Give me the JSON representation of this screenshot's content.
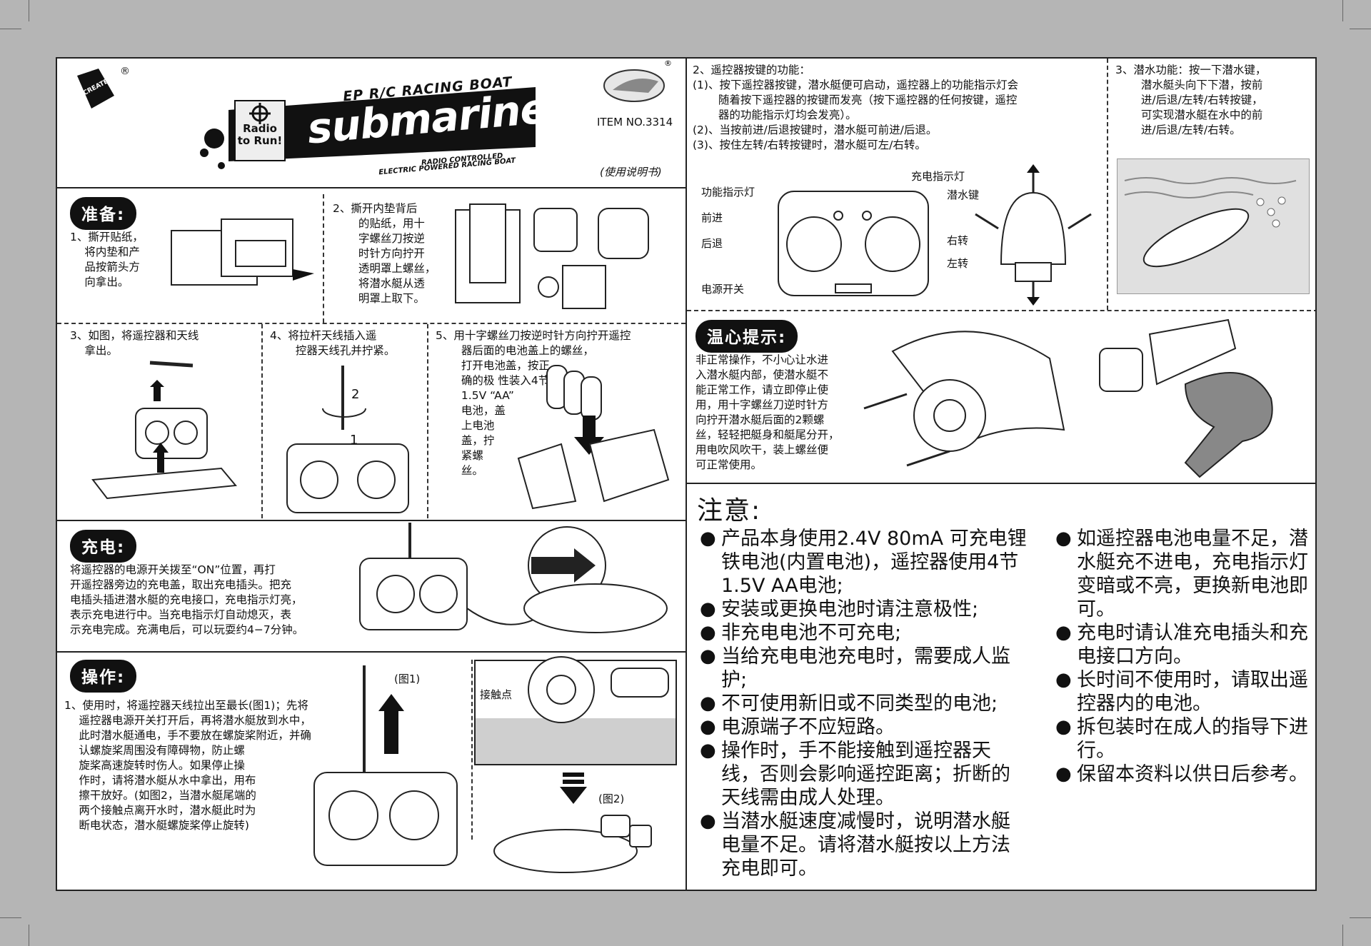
{
  "header": {
    "brand": "CREATE TOYS",
    "brand_registered": "®",
    "badge_line1": "Radio",
    "badge_line2": "to Run!",
    "product_line": "EP R/C RACING BOAT",
    "product_name": "submarine",
    "tagline_1": "RADIO CONTROLLED",
    "tagline_2": "ELECTRIC POWERED RACING BOAT",
    "item_no": "ITEM NO.3314",
    "manual": "(使用说明书)"
  },
  "prep": {
    "title": "准备:",
    "step1": "1、撕开贴纸，\n　 将内垫和产\n　 品按箭头方\n　 向拿出。",
    "step2": "2、撕开内垫背后\n　　 的贴纸，用十\n　　 字螺丝刀按逆\n　　 时针方向拧开\n　　 透明罩上螺丝，\n　　 将潜水艇从透\n　　 明罩上取下。",
    "step3": "3、如图，将遥控器和天线\n　 拿出。",
    "step4": "4、将拉杆天线插入遥\n　　 控器天线孔并拧紧。",
    "step4_num1": "1",
    "step4_num2": "2",
    "step5": "5、用十字螺丝刀按逆时针方向拧开遥控\n　　 器后面的电池盖上的螺丝，\n　　 打开电池盖，按正\n　　 确的极 性装入4节\n　　 1.5V “AA”\n　　 电池，盖\n　　 上电池\n　　 盖，拧\n　　 紧螺\n　　 丝。"
  },
  "charge": {
    "title": "充电:",
    "text": "将遥控器的电源开关拨至“ON”位置，再打\n开遥控器旁边的充电盖，取出充电插头。把充\n电插头插进潜水艇的充电接口，充电指示灯亮，\n表示充电进行中。当充电指示灯自动熄灭，表\n示充电完成。充满电后，可以玩耍约4−7分钟。"
  },
  "operate": {
    "title": "操作:",
    "text": "1、使用时，将遥控器天线拉出至最长(图1)；先将\n　 遥控器电源开关打开后，再将潜水艇放到水中，\n　 此时潜水艇通电，手不要放在螺旋桨附近，并确\n　 认螺旋桨周围没有障碍物，防止螺\n　 旋桨高速旋转时伤人。如果停止操\n　 作时，请将潜水艇从水中拿出，用布\n　 擦干放好。(如图2，当潜水艇尾端的\n　 两个接触点离开水时，潜水艇此时为\n　 断电状态，潜水艇螺旋桨停止旋转)",
    "fig1": "(图1)",
    "fig2": "(图2)",
    "contact_point": "接触点"
  },
  "buttons": {
    "text": "2、遥控器按键的功能：\n(1)、按下遥控器按键，潜水艇便可启动，遥控器上的功能指示灯会\n　　 随着按下遥控器的按键而发亮（按下遥控器的任何按键，遥控\n　　 器的功能指示灯均会发亮）。\n(2)、当按前进/后退按键时，潜水艇可前进/后退。\n(3)、按住左转/右转按键时，潜水艇可左/右转。",
    "label_indicator": "功能指示灯",
    "label_charge_light": "充电指示灯",
    "label_dive": "潜水键",
    "label_forward": "前进",
    "label_backward": "后退",
    "label_right": "右转",
    "label_left": "左转",
    "label_power": "电源开关"
  },
  "dive": {
    "text": "3、潜水功能：按一下潜水键，\n　　 潜水艇头向下下潜，按前\n　　 进/后退/左转/右转按键，\n　　 可实现潜水艇在水中的前\n　　 进/后退/左转/右转。"
  },
  "tips": {
    "title": "温心提示:",
    "text": "非正常操作，不小心让水进\n入潜水艇内部，使潜水艇不\n能正常工作，请立即停止使\n用，用十字螺丝刀逆时针方\n向拧开潜水艇后面的2颗螺\n丝，轻轻把艇身和艇尾分开，\n用电吹风吹干，装上螺丝便\n可正常使用。"
  },
  "notice": {
    "title": "注意:",
    "left": [
      "产品本身使用2.4V 80mA 可充电锂铁电池(内置电池)，遥控器使用4节1.5V AA电池;",
      "安装或更换电池时请注意极性;",
      "非充电电池不可充电;",
      "当给充电电池充电时，需要成人监护;",
      "不可使用新旧或不同类型的电池;",
      "电源端子不应短路。",
      "操作时，手不能接触到遥控器天线，否则会影响遥控距离；折断的天线需由成人处理。",
      "当潜水艇速度减慢时，说明潜水艇电量不足。请将潜水艇按以上方法充电即可。"
    ],
    "right": [
      "如遥控器电池电量不足，潜水艇充不进电，充电指示灯变暗或不亮，更换新电池即可。",
      "充电时请认准充电插头和充电接口方向。",
      "长时间不使用时，请取出遥控器内的电池。",
      "拆包装时在成人的指导下进行。",
      "保留本资料以供日后参考。"
    ]
  }
}
